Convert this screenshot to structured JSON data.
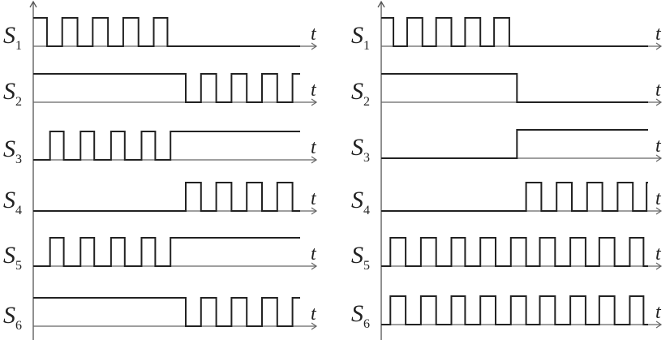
{
  "time_axis_label": "t",
  "t_end": 17.5,
  "panels": [
    {
      "name": "left",
      "signals": [
        {
          "label": "S",
          "sub": "1",
          "initial": 1,
          "edges": [
            0.9,
            1.9,
            2.9,
            3.9,
            4.9,
            5.9,
            6.9,
            7.9,
            8.8
          ]
        },
        {
          "label": "S",
          "sub": "2",
          "initial": 1,
          "edges": [
            10,
            11,
            12,
            13,
            14,
            15,
            16,
            17
          ]
        },
        {
          "label": "S",
          "sub": "3",
          "initial": 0,
          "edges": [
            1.1,
            2,
            3.1,
            4,
            5.1,
            6,
            7.1,
            8,
            9
          ]
        },
        {
          "label": "S",
          "sub": "4",
          "initial": 0,
          "edges": [
            10,
            11,
            12,
            13,
            14,
            15,
            16,
            17
          ]
        },
        {
          "label": "S",
          "sub": "5",
          "initial": 0,
          "edges": [
            1.1,
            2,
            3.1,
            4,
            5.1,
            6,
            7.1,
            8,
            9
          ]
        },
        {
          "label": "S",
          "sub": "6",
          "initial": 1,
          "edges": [
            10,
            11,
            12,
            13,
            14,
            15,
            16,
            17
          ]
        }
      ]
    },
    {
      "name": "right",
      "signals": [
        {
          "label": "S",
          "sub": "1",
          "initial": 1,
          "edges": [
            0.8,
            1.7,
            2.7,
            3.6,
            4.6,
            5.5,
            6.5,
            7.4,
            8.4
          ]
        },
        {
          "label": "S",
          "sub": "2",
          "initial": 1,
          "edges": [
            8.9
          ]
        },
        {
          "label": "S",
          "sub": "3",
          "initial": 0,
          "edges": [
            8.9
          ]
        },
        {
          "label": "S",
          "sub": "4",
          "initial": 0,
          "edges": [
            9.5,
            10.5,
            11.5,
            12.5,
            13.5,
            14.5,
            15.5,
            16.5,
            17.4
          ]
        },
        {
          "label": "S",
          "sub": "5",
          "initial": 0,
          "edges": [
            0.6,
            1.6,
            2.6,
            3.6,
            4.6,
            5.5,
            6.5,
            7.5,
            8.5,
            9.5,
            10.4,
            11.4,
            12.4,
            13.4,
            14.3,
            15.3,
            16.3,
            17.2
          ]
        },
        {
          "label": "S",
          "sub": "6",
          "initial": 0,
          "edges": [
            0.6,
            1.6,
            2.6,
            3.6,
            4.6,
            5.5,
            6.5,
            7.5,
            8.5,
            9.5,
            10.4,
            11.4,
            12.4,
            13.4,
            14.3,
            15.3,
            16.3,
            17.2
          ]
        }
      ]
    }
  ]
}
